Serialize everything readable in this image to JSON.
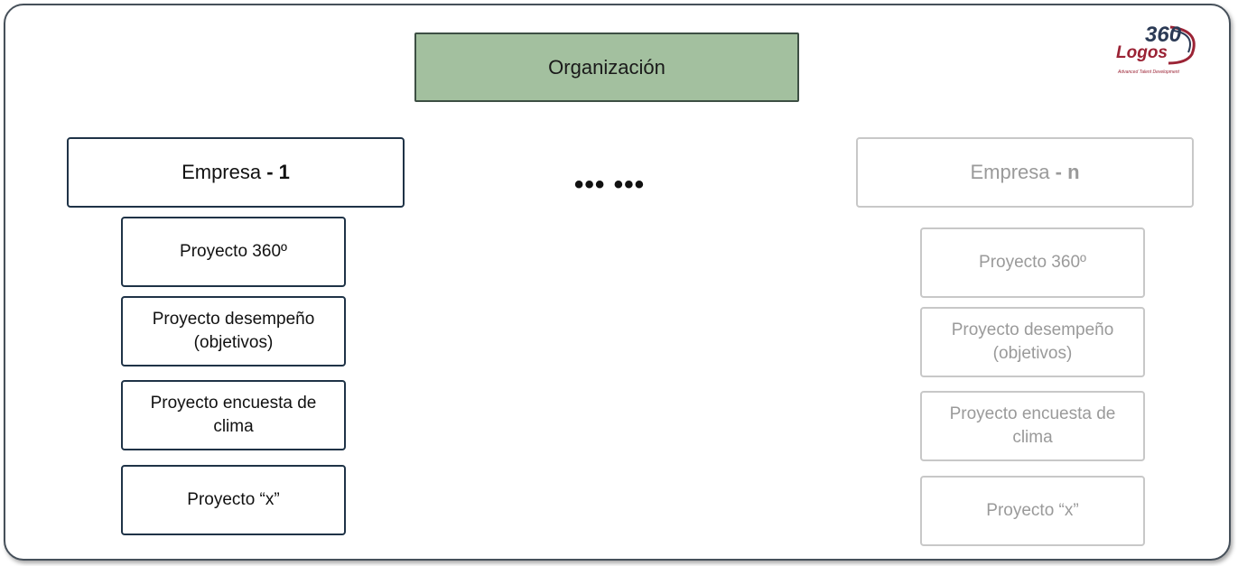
{
  "organization": {
    "label": "Organización"
  },
  "ellipsis": "••• •••",
  "logo": {
    "number": "360",
    "brand": "Logos",
    "tagline": "Advanced Talent Development"
  },
  "company_1": {
    "name": "Empresa",
    "suffix": "- 1",
    "projects": [
      "Proyecto 360º",
      "Proyecto desempeño (objetivos)",
      "Proyecto encuesta de clima",
      "Proyecto “x”"
    ]
  },
  "company_n": {
    "name": "Empresa",
    "suffix": "- n",
    "projects": [
      "Proyecto 360º",
      "Proyecto desempeño (objetivos)",
      "Proyecto encuesta de clima",
      "Proyecto “x”"
    ]
  }
}
